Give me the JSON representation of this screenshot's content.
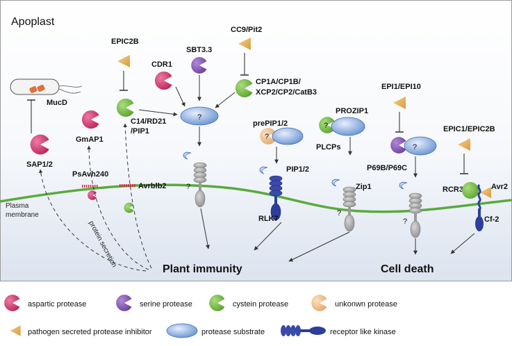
{
  "colors": {
    "aspartic": "#d23770",
    "serine": "#8a5bb8",
    "cysteine": "#7cc148",
    "unknown": "#f0c18c",
    "inhibitor": "#e8b35c",
    "substrate": "#7ea6dc",
    "receptor": "#2d3d99",
    "membrane": "#5aaa3c",
    "background_top": "#ffffff",
    "background_bottom": "#dfe6f1"
  },
  "diagram": {
    "compartment": "Apoplast",
    "membrane_label_line1": "Plasma",
    "membrane_label_line2": "membrane",
    "secretion_label": "protein secretion",
    "unknown_mark": "?",
    "outcomes": {
      "immunity": "Plant immunity",
      "cell_death": "Cell death"
    },
    "labels": {
      "mucd": "MucD",
      "sap": "SAP1/2",
      "gmap": "GmAP1",
      "psavh": "PsAvh240",
      "epic2b": "EPIC2B",
      "c14": "C14/RD21",
      "pip1": "/PIP1",
      "avrblb2": "Avrblb2",
      "cdr1": "CDR1",
      "sbt": "SBT3.3",
      "cc9": "CC9/Pit2",
      "cp_line1": "CP1A/CP1B/",
      "cp_line2": "XCP2/CP2/CatB3",
      "prepip": "prePIP1/2",
      "pip12": "PIP1/2",
      "rlk7": "RLK7",
      "prozip": "PROZIP1",
      "plcps": "PLCPs",
      "zip1": "Zip1",
      "epi": "EPI1/EPI10",
      "p69": "P69B/P69C",
      "epic1": "EPIC1/EPIC2B",
      "rcr3": "RCR3",
      "avr2": "Avr2",
      "cf2": "Cf-2"
    }
  },
  "legend": {
    "aspartic": "aspartic protease",
    "serine": "serine protease",
    "cysteine": "cystein protease",
    "unknown": "unkonwn protease",
    "inhibitor": "pathogen secreted protease inhibitor",
    "substrate": "protease substrate",
    "receptor": "receptor like kinase"
  }
}
